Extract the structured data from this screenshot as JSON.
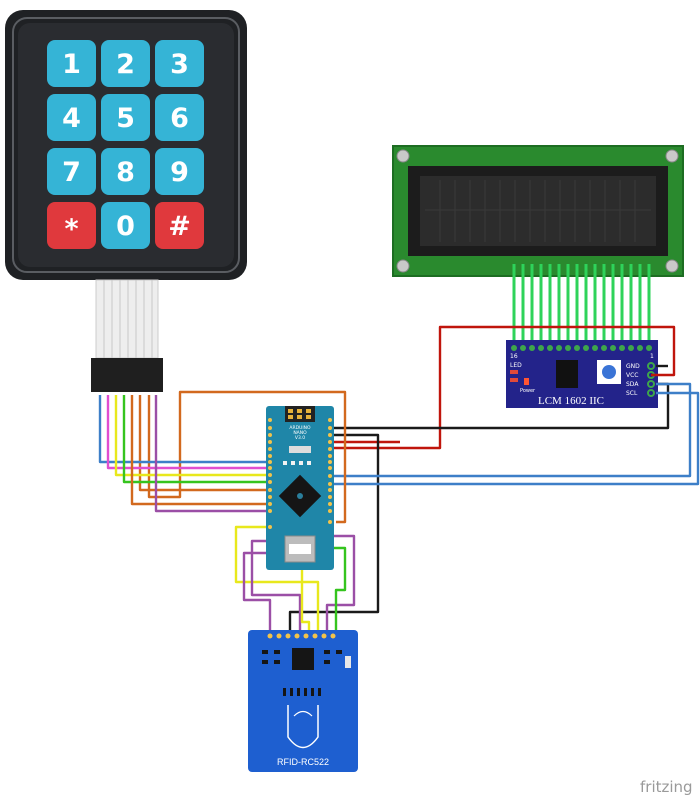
{
  "keypad": {
    "keys": [
      "1",
      "2",
      "3",
      "4",
      "5",
      "6",
      "7",
      "8",
      "9",
      "*",
      "0",
      "#"
    ]
  },
  "lcd_module": {
    "label": "LCM 1602 IIC",
    "pins": [
      "GND",
      "VCC",
      "SDA",
      "SCL"
    ],
    "led_label": "LED",
    "power_label": "Power",
    "pin16_label": "16",
    "pin1_label": "1"
  },
  "arduino": {
    "title_line1": "ARDUINO",
    "title_line2": "NANO",
    "title_line3": "V3.0"
  },
  "rfid": {
    "label": "RFID-RC522"
  },
  "watermark": {
    "text": "fritzing"
  },
  "colors": {
    "wire_orange": "#d2691e",
    "wire_red": "#c0150c",
    "wire_black": "#1a1a1a",
    "wire_blue": "#3d7fc8",
    "wire_pink": "#e04ed0",
    "wire_yellow": "#e8e81c",
    "wire_green": "#35c41e",
    "wire_purple": "#9b4fa6",
    "lcd_green_pins": "#2ed35a",
    "key_blue": "#33b3d5",
    "key_red": "#e0393d"
  }
}
